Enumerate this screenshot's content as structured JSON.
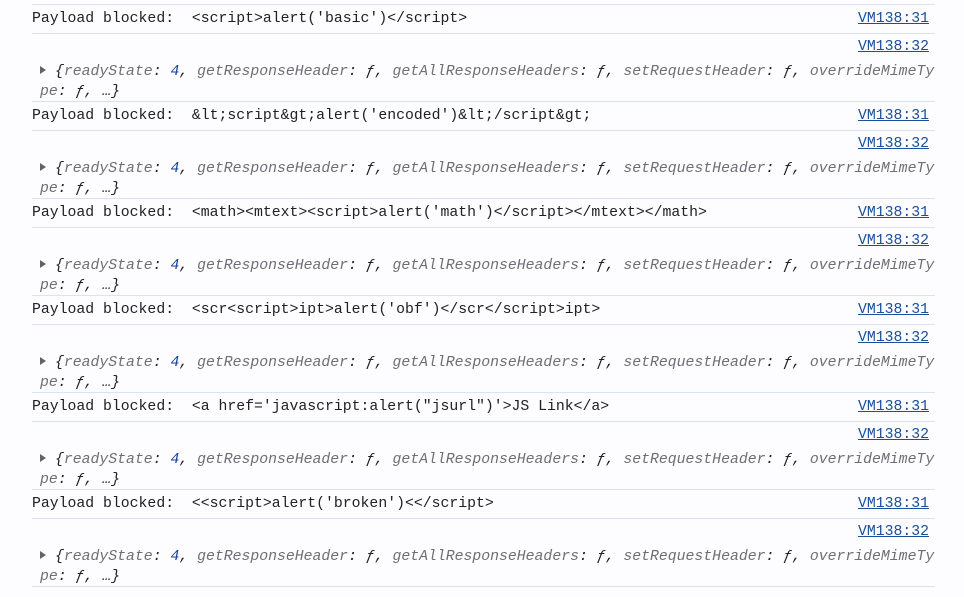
{
  "label": "Payload blocked:  ",
  "entries": [
    {
      "payload": "<script>alert('basic')</script>",
      "log_source": "VM138:31",
      "obj_source": "VM138:32"
    },
    {
      "payload": "&lt;script&gt;alert('encoded')&lt;/script&gt;",
      "log_source": "VM138:31",
      "obj_source": "VM138:32"
    },
    {
      "payload": "<math><mtext><script>alert('math')</script></mtext></math>",
      "log_source": "VM138:31",
      "obj_source": "VM138:32"
    },
    {
      "payload": "<scr<script>ipt>alert('obf')</scr</script>ipt>",
      "log_source": "VM138:31",
      "obj_source": "VM138:32"
    },
    {
      "payload": "<a href='javascript:alert(\"jsurl\")'>JS Link</a>",
      "log_source": "VM138:31",
      "obj_source": "VM138:32"
    },
    {
      "payload": "<<script>alert('broken')<</script>",
      "log_source": "VM138:31",
      "obj_source": "VM138:32"
    }
  ],
  "object_preview": [
    {
      "key": "readyState",
      "value": "4",
      "type": "number"
    },
    {
      "key": "getResponseHeader",
      "value": "ƒ",
      "type": "function"
    },
    {
      "key": "getAllResponseHeaders",
      "value": "ƒ",
      "type": "function"
    },
    {
      "key": "setRequestHeader",
      "value": "ƒ",
      "type": "function"
    },
    {
      "key": "overrideMimeType",
      "value": "ƒ",
      "type": "function"
    }
  ],
  "object_more": "…"
}
